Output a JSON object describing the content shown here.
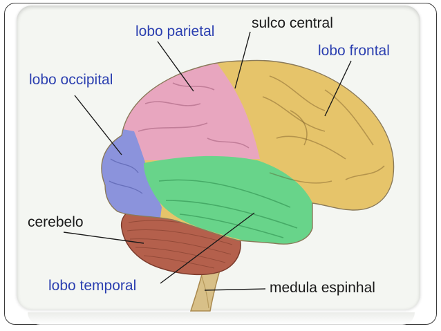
{
  "labels": {
    "parietal": "lobo parietal",
    "sulco": "sulco central",
    "frontal": "lobo frontal",
    "occipital": "lobo occipital",
    "cerebelo": "cerebelo",
    "temporal": "lobo temporal",
    "medula": "medula espinhal"
  },
  "colors": {
    "label_blue": "#2b3fb0",
    "label_black": "#1a1a1a",
    "frontal": "#e6c46a",
    "parietal": "#e8a6bf",
    "occipital": "#8b93dc",
    "temporal": "#68d48a",
    "cerebelo": "#b4604c",
    "medula": "#d8c088"
  }
}
